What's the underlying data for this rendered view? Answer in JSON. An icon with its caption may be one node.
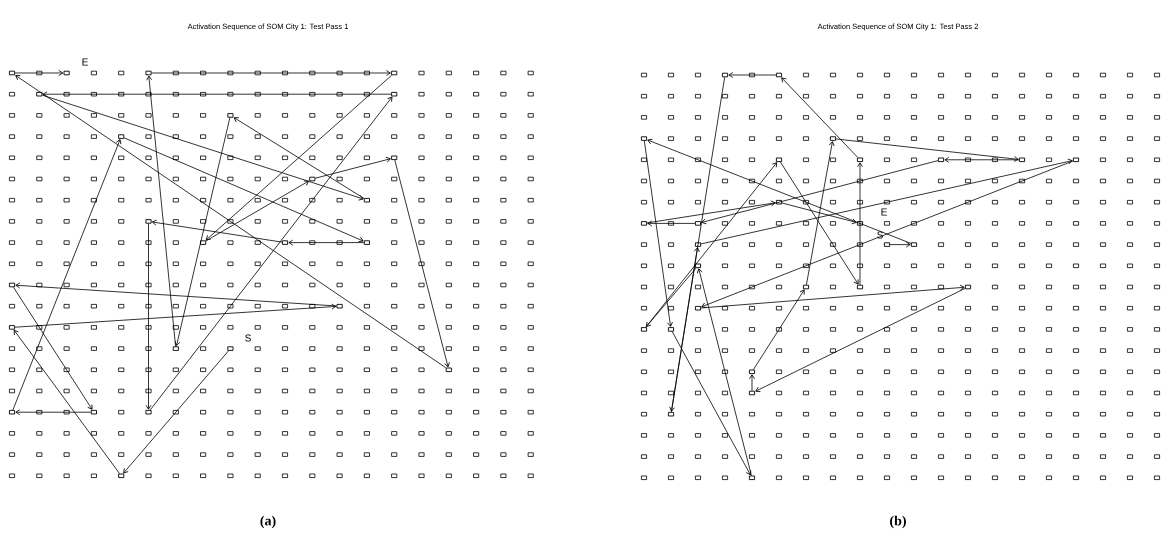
{
  "diagram": {
    "nodes": [
      {
        "text": [],
        "shape": "box"
      },
      {
        "text": [],
        "shape": "box"
      },
      {
        "text": [],
        "shape": "box"
      },
      {
        "text": [],
        "shape": "box"
      },
      {
        "text": [],
        "shape": "box"
      },
      {
        "text": [],
        "shape": "box"
      },
      {
        "text": [],
        "shape": "box"
      },
      {
        "text": [],
        "shape": "box"
      },
      {
        "text": [],
        "shape": "box"
      },
      {
        "text": [],
        "shape": "box"
      },
      {
        "text": [],
        "shape": "box"
      },
      {
        "text": [],
        "shape": "box"
      },
      {
        "text": [],
        "shape": "box"
      },
      {
        "text": [],
        "shape": "box"
      },
      {
        "text": [],
        "shape": "box"
      },
      {
        "text": [],
        "shape": "box"
      },
      {
        "text": [],
        "shape": "box"
      },
      {
        "text": [],
        "shape": "box"
      },
      {
        "text": [],
        "shape": "box"
      },
      {
        "text": [],
        "shape": "box"
      },
      {
        "text": [],
        "shape": "box"
      },
      {
        "text": [],
        "shape": "box"
      },
      {
        "text": [],
        "shape": "box"
      },
      {
        "text": [],
        "shape": "box"
      },
      {
        "text": [],
        "shape": "box"
      },
      {
        "text": [],
        "shape": "box"
      },
      {
        "text": [],
        "shape": "box"
      },
      {
        "text": [],
        "shape": "box"
      },
      {
        "text": [],
        "shape": "box"
      },
      {
        "text": [],
        "shape": "box"
      },
      {
        "text": [],
        "shape": "box"
      },
      {
        "text": [],
        "shape": "box"
      },
      {
        "text": [],
        "shape": "box"
      },
      {
        "text": [],
        "shape": "box"
      },
      {
        "text": [],
        "shape": "box"
      },
      {
        "text": [],
        "shape": "box"
      },
      {
        "text": [],
        "shape": "box"
      },
      {
        "text": [],
        "shape": "box"
      },
      {
        "text": [],
        "shape": "box"
      },
      {
        "text": [],
        "shape": "box"
      },
      {
        "text": [],
        "shape": "box"
      },
      {
        "text": [],
        "shape": "box"
      },
      {
        "text": [],
        "shape": "box"
      },
      {
        "text": [],
        "shape": "box"
      },
      {
        "text": [],
        "shape": "box"
      },
      {
        "text": [],
        "shape": "box"
      },
      {
        "text": [],
        "shape": "box"
      },
      {
        "text": [],
        "shape": "box"
      },
      {
        "text": [],
        "shape": "box"
      },
      {
        "text": [],
        "shape": "box"
      },
      {
        "text": [],
        "shape": "box"
      },
      {
        "text": [],
        "shape": "box"
      }
    ],
    "edges": [
      {
        "from": 0,
        "to": 1,
        "arrow": "to"
      },
      {
        "from": 1,
        "to": 2,
        "arrow": "to"
      },
      {
        "from": 2,
        "to": 3,
        "arrow": "to"
      },
      {
        "from": 3,
        "to": 4,
        "arrow": "to"
      },
      {
        "from": 4,
        "to": 5,
        "arrow": "to"
      },
      {
        "from": 5,
        "to": 6,
        "arrow": "to"
      },
      {
        "from": 6,
        "to": 7,
        "arrow": "to"
      },
      {
        "from": 7,
        "to": 8,
        "arrow": "to"
      },
      {
        "from": 8,
        "to": 9,
        "arrow": "to"
      },
      {
        "from": 9,
        "to": 10,
        "arrow": "to"
      },
      {
        "from": 10,
        "to": 11,
        "arrow": "to"
      },
      {
        "from": 11,
        "to": 12,
        "arrow": "to"
      },
      {
        "from": 12,
        "to": 13,
        "arrow": "to"
      },
      {
        "from": 13,
        "to": 14,
        "arrow": "to"
      },
      {
        "from": 14,
        "to": 15,
        "arrow": "to"
      },
      {
        "from": 15,
        "to": 16,
        "arrow": "to"
      },
      {
        "from": 16,
        "to": 17,
        "arrow": "to"
      },
      {
        "from": 17,
        "to": 18,
        "arrow": "to"
      },
      {
        "from": 18,
        "to": 19,
        "arrow": "to"
      },
      {
        "from": 19,
        "to": 20,
        "arrow": "to"
      },
      {
        "from": 20,
        "to": 21,
        "arrow": "to"
      },
      {
        "from": 21,
        "to": 22,
        "arrow": "to"
      },
      {
        "from": 22,
        "to": 23,
        "arrow": "to"
      },
      {
        "from": 23,
        "to": 24,
        "arrow": "to"
      },
      {
        "from": 25,
        "to": 26,
        "arrow": "to"
      },
      {
        "from": 26,
        "to": 27,
        "arrow": "to"
      },
      {
        "from": 27,
        "to": 28,
        "arrow": "to"
      },
      {
        "from": 28,
        "to": 29,
        "arrow": "to"
      },
      {
        "from": 29,
        "to": 30,
        "arrow": "to"
      },
      {
        "from": 30,
        "to": 31,
        "arrow": "to"
      },
      {
        "from": 31,
        "to": 32,
        "arrow": "to"
      },
      {
        "from": 32,
        "to": 33,
        "arrow": "to"
      },
      {
        "from": 33,
        "to": 34,
        "arrow": "to"
      },
      {
        "from": 34,
        "to": 35,
        "arrow": "to"
      },
      {
        "from": 35,
        "to": 36,
        "arrow": "to"
      },
      {
        "from": 36,
        "to": 37,
        "arrow": "to"
      },
      {
        "from": 37,
        "to": 38,
        "arrow": "to"
      },
      {
        "from": 38,
        "to": 39,
        "arrow": "to"
      },
      {
        "from": 39,
        "to": 40,
        "arrow": "to"
      },
      {
        "from": 40,
        "to": 41,
        "arrow": "to"
      },
      {
        "from": 41,
        "to": 42,
        "arrow": "to"
      },
      {
        "from": 42,
        "to": 43,
        "arrow": "to"
      },
      {
        "from": 43,
        "to": 44,
        "arrow": "to"
      },
      {
        "from": 44,
        "to": 45,
        "arrow": "to"
      },
      {
        "from": 45,
        "to": 46,
        "arrow": "to"
      },
      {
        "from": 46,
        "to": 47,
        "arrow": "to"
      },
      {
        "from": 47,
        "to": 48,
        "arrow": "to"
      },
      {
        "from": 48,
        "to": 49,
        "arrow": "to"
      },
      {
        "from": 49,
        "to": 50,
        "arrow": "to"
      },
      {
        "from": 50,
        "to": 51,
        "arrow": "to"
      }
    ],
    "labels": [
      "Activation Sequence of SOM City 1: Test Pass 1",
      "Activation Sequence of SOM City 1: Test Pass 2",
      "E",
      "S",
      "E",
      "S",
      "(a)",
      "(b)"
    ]
  }
}
